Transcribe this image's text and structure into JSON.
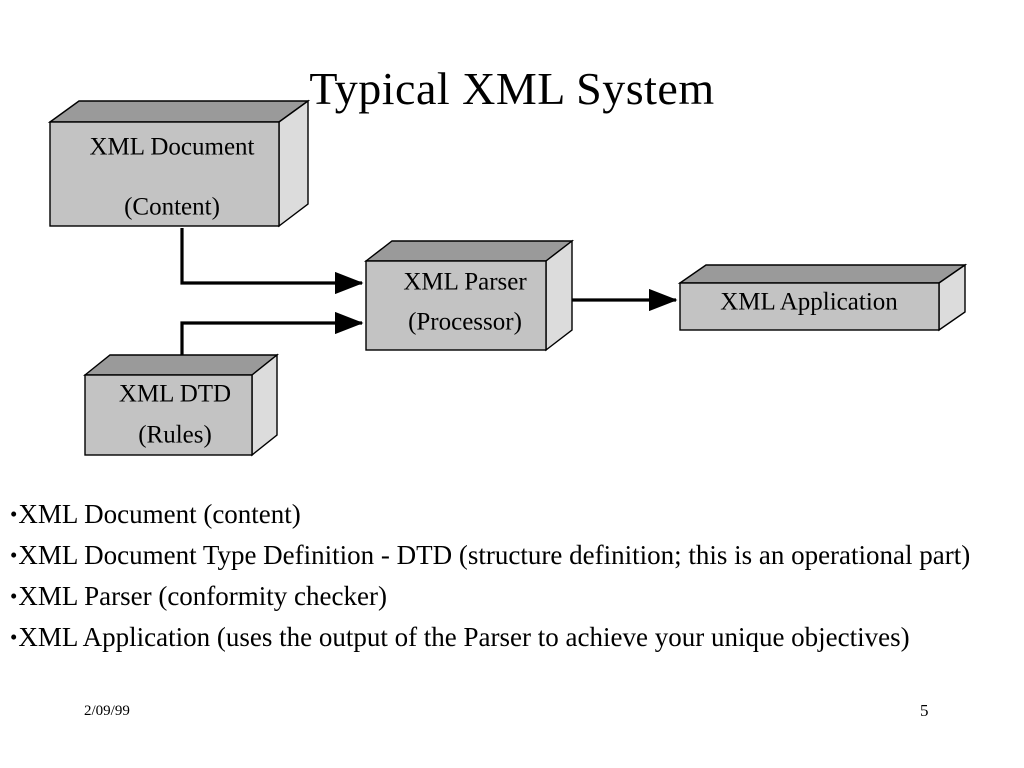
{
  "slide": {
    "title": "Typical XML System",
    "page_number": "5",
    "footer_date": "2/09/99"
  },
  "diagram": {
    "type": "flow",
    "nodes": [
      {
        "id": "xml-document",
        "line1": "XML Document",
        "line2": "(Content)"
      },
      {
        "id": "xml-dtd",
        "line1": "XML DTD",
        "line2": "(Rules)"
      },
      {
        "id": "xml-parser",
        "line1": "XML Parser",
        "line2": "(Processor)"
      },
      {
        "id": "xml-application",
        "line1": "XML Application",
        "line2": ""
      }
    ],
    "edges": [
      {
        "from": "xml-document",
        "to": "xml-parser"
      },
      {
        "from": "xml-dtd",
        "to": "xml-parser"
      },
      {
        "from": "xml-parser",
        "to": "xml-application"
      }
    ],
    "colors": {
      "box_face": "#c3c3c3",
      "box_top": "#9a9a9a",
      "box_side": "#dcdcdc",
      "outline": "#000000",
      "connector": "#000000"
    }
  },
  "bullets": [
    "XML Document (content)",
    "XML Document Type Definition - DTD (structure definition; this is an operational part)",
    "XML Parser (conformity checker)",
    "XML Application (uses the output of the Parser to achieve your unique objectives)"
  ]
}
